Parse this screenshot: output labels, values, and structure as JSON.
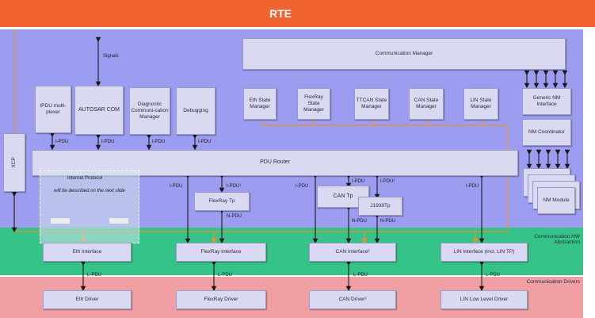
{
  "rte": {
    "label": "RTE"
  },
  "layers": {
    "hw_abstraction": "Communication HW Abstraction",
    "drivers": "Communication Drivers"
  },
  "boxes": {
    "com_manager": "Communication Manager",
    "ipdu_mux": "IPDU multi-plexer",
    "autosar_com": "AUTOSAR COM",
    "dcm": "Diagnostic Communi-cation Manager",
    "debugging": "Debugging",
    "eth_sm": "Eth State Manager",
    "flexray_sm": "FlexRay State Manager",
    "ttcan_sm": "TTCAN State Manager",
    "can_sm": "CAN State Manager",
    "lin_sm": "LIN State Manager",
    "generic_nm": "Generic NM Interface",
    "nm_coord": "NM Coordinator",
    "xcp": "XCP",
    "pdu_router": "PDU Router",
    "internet_protocol": "Internet Protocol",
    "ip_note": "will be described on the next slide",
    "flexray_tp": "FlexRay Tp",
    "can_tp": "CAN Tp",
    "j1939_tp": "J1939Tp",
    "nm_module": "NM Module",
    "eth_if": "Eth Interface",
    "flexray_if": "FlexRay Interface",
    "can_if": "CAN Interface²",
    "lin_if": "LIN Interface (incl. LIN TP)",
    "eth_drv": "Eth Driver",
    "flexray_drv": "FlexRay Driver",
    "can_drv": "CAN Driver²",
    "lin_drv": "LIN Low Level Driver"
  },
  "labels": {
    "signals": "Signals",
    "ipdu": "I-PDU",
    "ipdu1": "I-PDU¹",
    "npdu": "N-PDU",
    "lpdu": "L-PDU"
  },
  "colors": {
    "rte": "#f0622e",
    "main": "#9c9cf0",
    "hw": "#35c38a",
    "drivers": "#f0a0a2",
    "box": "#d9d9f2",
    "wire_orange": "#e8922e",
    "wire_black": "#1a1a1a"
  }
}
